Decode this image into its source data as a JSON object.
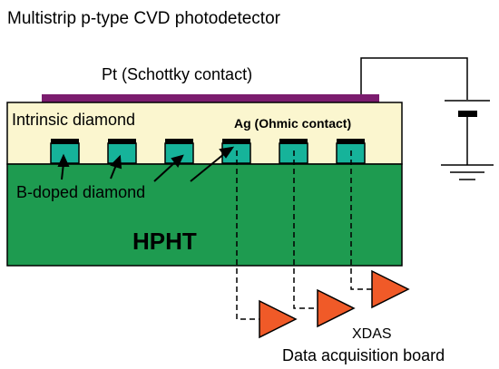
{
  "title": "Multistrip p-type CVD photodetector",
  "labels": {
    "pt_contact": "Pt (Schottky contact)",
    "intrinsic": "Intrinsic diamond",
    "ag_contact": "Ag (Ohmic contact)",
    "b_doped": "B-doped diamond",
    "substrate": "HPHT",
    "xdas": "XDAS",
    "board": "Data acquisition board"
  },
  "colors": {
    "pt_layer": "#7b1c6e",
    "intrinsic_layer": "#fbf6cf",
    "substrate": "#1e9b50",
    "strip_fill": "#16b39a",
    "ag_cap": "#000000",
    "amplifier": "#f05a28",
    "outline": "#000000"
  },
  "strip_count": 6,
  "amplifier_count": 3,
  "icons": [
    "battery-icon",
    "ground-icon",
    "amplifier-icon"
  ]
}
